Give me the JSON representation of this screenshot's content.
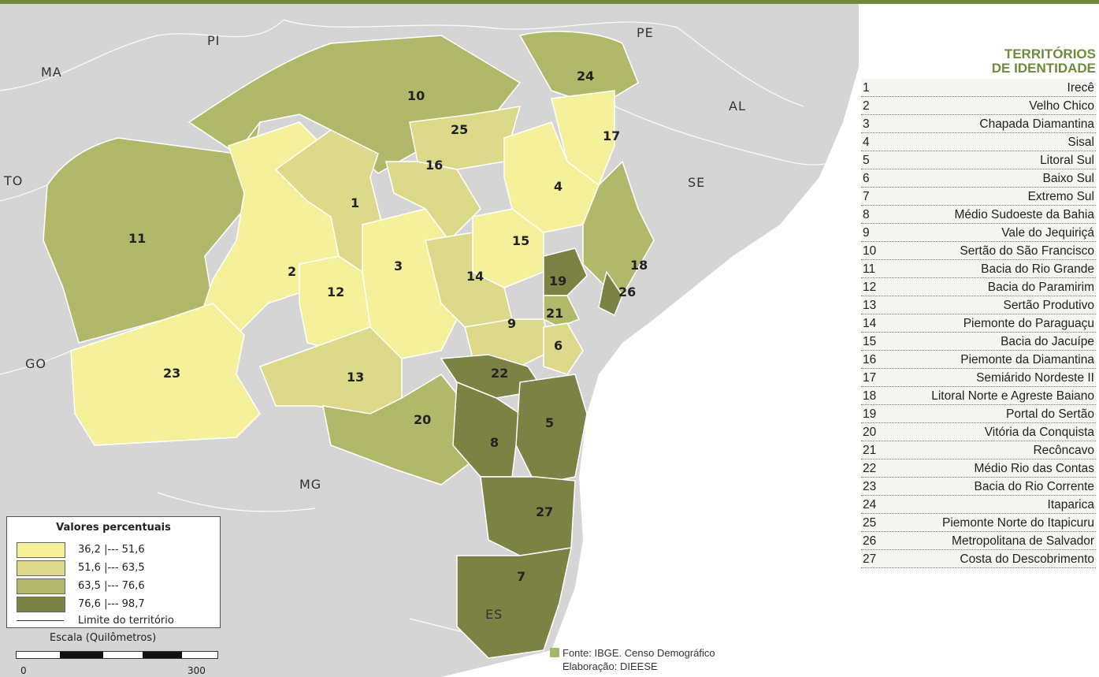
{
  "states": [
    {
      "id": "PI",
      "label": "PI"
    },
    {
      "id": "PE",
      "label": "PE"
    },
    {
      "id": "MA",
      "label": "MA"
    },
    {
      "id": "AL",
      "label": "AL"
    },
    {
      "id": "SE",
      "label": "SE"
    },
    {
      "id": "TO",
      "label": "TO"
    },
    {
      "id": "GO",
      "label": "GO"
    },
    {
      "id": "MG",
      "label": "MG"
    },
    {
      "id": "ES",
      "label": "ES"
    }
  ],
  "colors": {
    "class1": "#f5f09a",
    "class2": "#dcd98a",
    "class3": "#b2b86a",
    "class4": "#7c8244",
    "neighbor": "#d5d5d5",
    "accent": "#6e8a3a"
  },
  "legend": {
    "title": "Valores percentuais",
    "classes": [
      {
        "label": "36,2  |---  51,6",
        "color": "#f5f09a"
      },
      {
        "label": "51,6  |---  63,5",
        "color": "#dcd98a"
      },
      {
        "label": "63,5  |---  76,6",
        "color": "#b2b86a"
      },
      {
        "label": "76,6  |---  98,7",
        "color": "#7c8244"
      }
    ],
    "limit_label": "Limite do território"
  },
  "scale": {
    "title": "Escala (Quilômetros)",
    "min": "0",
    "max": "300"
  },
  "source": {
    "line1": "Fonte: IBGE. Censo Demográfico",
    "line2": "Elaboração: DIEESE"
  },
  "territories_panel": {
    "title_line1": "TERRITÓRIOS",
    "title_line2": "DE IDENTIDADE",
    "items": [
      {
        "num": "1",
        "name": "Irecê"
      },
      {
        "num": "2",
        "name": "Velho Chico"
      },
      {
        "num": "3",
        "name": "Chapada Diamantina"
      },
      {
        "num": "4",
        "name": "Sisal"
      },
      {
        "num": "5",
        "name": "Litoral Sul"
      },
      {
        "num": "6",
        "name": "Baixo Sul"
      },
      {
        "num": "7",
        "name": "Extremo Sul"
      },
      {
        "num": "8",
        "name": "Médio Sudoeste da Bahia"
      },
      {
        "num": "9",
        "name": "Vale do Jequiriçá"
      },
      {
        "num": "10",
        "name": "Sertão do São Francisco"
      },
      {
        "num": "11",
        "name": "Bacia do Rio Grande"
      },
      {
        "num": "12",
        "name": "Bacia do Paramirim"
      },
      {
        "num": "13",
        "name": "Sertão Produtivo"
      },
      {
        "num": "14",
        "name": "Piemonte do Paraguaçu"
      },
      {
        "num": "15",
        "name": "Bacia do Jacuípe"
      },
      {
        "num": "16",
        "name": "Piemonte da Diamantina"
      },
      {
        "num": "17",
        "name": "Semiárido Nordeste II"
      },
      {
        "num": "18",
        "name": "Litoral Norte e Agreste Baiano"
      },
      {
        "num": "19",
        "name": "Portal do Sertão"
      },
      {
        "num": "20",
        "name": "Vitória da Conquista"
      },
      {
        "num": "21",
        "name": "Recôncavo"
      },
      {
        "num": "22",
        "name": "Médio Rio das Contas"
      },
      {
        "num": "23",
        "name": "Bacia do Rio Corrente"
      },
      {
        "num": "24",
        "name": "Itaparica"
      },
      {
        "num": "25",
        "name": "Piemonte Norte do Itapicuru"
      },
      {
        "num": "26",
        "name": "Metropolitana de Salvador"
      },
      {
        "num": "27",
        "name": "Costa do Descobrimento"
      }
    ]
  },
  "map_labels": [
    {
      "num": "1",
      "class": 2
    },
    {
      "num": "2",
      "class": 1
    },
    {
      "num": "3",
      "class": 1
    },
    {
      "num": "4",
      "class": 1
    },
    {
      "num": "5",
      "class": 4
    },
    {
      "num": "6",
      "class": 2
    },
    {
      "num": "7",
      "class": 4
    },
    {
      "num": "8",
      "class": 4
    },
    {
      "num": "9",
      "class": 2
    },
    {
      "num": "10",
      "class": 3
    },
    {
      "num": "11",
      "class": 3
    },
    {
      "num": "12",
      "class": 1
    },
    {
      "num": "13",
      "class": 2
    },
    {
      "num": "14",
      "class": 2
    },
    {
      "num": "15",
      "class": 1
    },
    {
      "num": "16",
      "class": 2
    },
    {
      "num": "17",
      "class": 1
    },
    {
      "num": "18",
      "class": 3
    },
    {
      "num": "19",
      "class": 4
    },
    {
      "num": "20",
      "class": 3
    },
    {
      "num": "21",
      "class": 3
    },
    {
      "num": "22",
      "class": 4
    },
    {
      "num": "23",
      "class": 1
    },
    {
      "num": "24",
      "class": 3
    },
    {
      "num": "25",
      "class": 2
    },
    {
      "num": "26",
      "class": 4
    },
    {
      "num": "27",
      "class": 4
    }
  ]
}
